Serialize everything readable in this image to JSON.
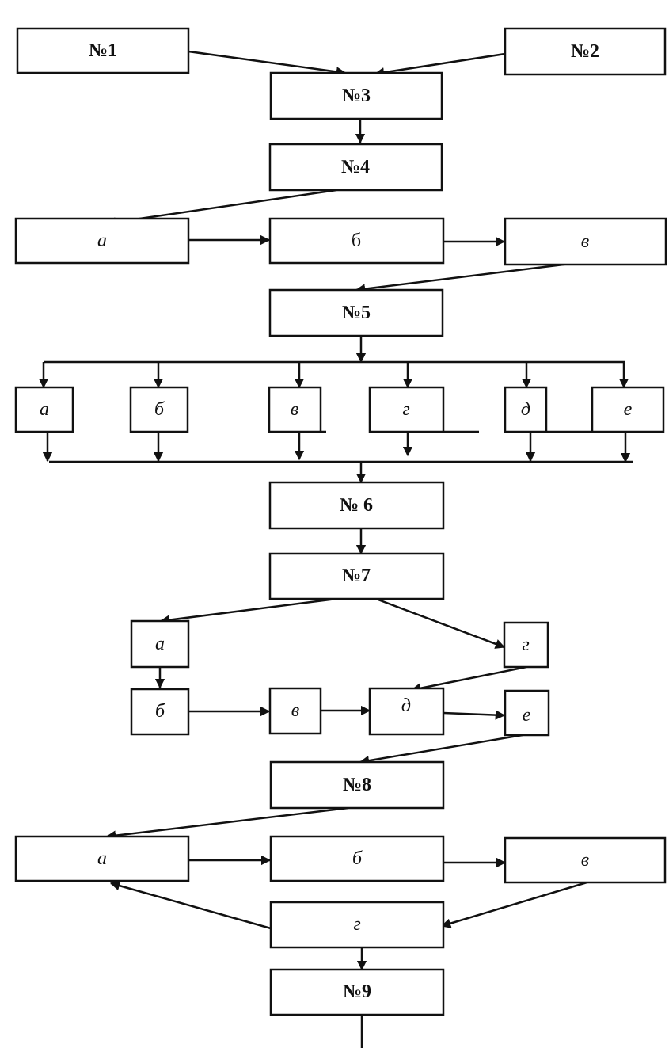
{
  "boxes": {
    "n1": "№1",
    "n2": "№2",
    "n3": "№3",
    "n4": "№4",
    "s4_a": "а",
    "s4_b": "б",
    "s4_v": "в",
    "n5": "№5",
    "s5_a": "а",
    "s5_b": "б",
    "s5_v": "в",
    "s5_g": "г",
    "s5_d": "д",
    "s5_e": "е",
    "n6": "№ 6",
    "n7": "№7",
    "s7_a": "а",
    "s7_g": "г",
    "s7_b": "б",
    "s7_v": "в",
    "s7_d": "д",
    "s7_e": "е",
    "n8": "№8",
    "s8_a": "а",
    "s8_b": "б",
    "s8_v": "в",
    "s8_g": "г",
    "n9": "№9"
  }
}
